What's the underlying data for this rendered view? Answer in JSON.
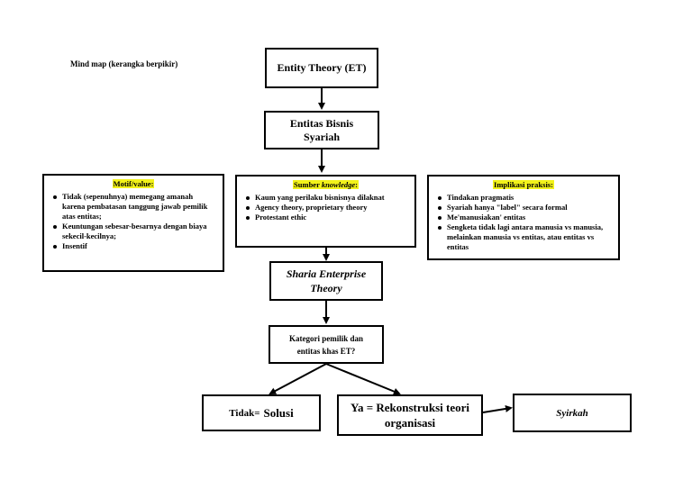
{
  "title": "Mind map (kerangka berpikir)",
  "nodes": {
    "entity_theory": "Entity Theory (ET)",
    "entitas_bisnis_line1": "Entitas Bisnis",
    "entitas_bisnis_line2": "Syariah",
    "sharia_line1": "Sharia Enterprise",
    "sharia_line2": "Theory",
    "kategori_line1": "Kategori pemilik dan",
    "kategori_line2": "entitas khas ET?",
    "tidak_prefix": "Tidak=",
    "tidak_word": "Solusi",
    "ya_line1": "Ya = Rekonstruksi teori",
    "ya_line2": "organisasi",
    "syirkah": "Syirkah"
  },
  "panels": {
    "motif": {
      "title": "Motif/value:",
      "items": [
        "Tidak (sepenuhnya) memegang amanah karena pembatasan tanggung jawab pemilik atas entitas;",
        "Keuntungan sebesar-besarnya dengan biaya sekecil-kecilnya;",
        "Insentif"
      ]
    },
    "sumber": {
      "title_prefix": "Sumber ",
      "title_em": "knowledge",
      "title_suffix": ":",
      "items": [
        "Kaum yang perilaku bisnisnya dilaknat",
        "Agency theory, proprietary theory",
        "Protestant ethic"
      ]
    },
    "implikasi": {
      "title": "Implikasi praksis:",
      "items": [
        "Tindakan pragmatis",
        "Syariah hanya \"label\" secara formal",
        "Me'manusiakan' entitas",
        "Sengketa tidak lagi antara manusia vs manusia, melainkan manusia vs entitas, atau entitas vs entitas"
      ]
    }
  },
  "colors": {
    "highlight": "#f2f21a",
    "stroke": "#000000"
  }
}
